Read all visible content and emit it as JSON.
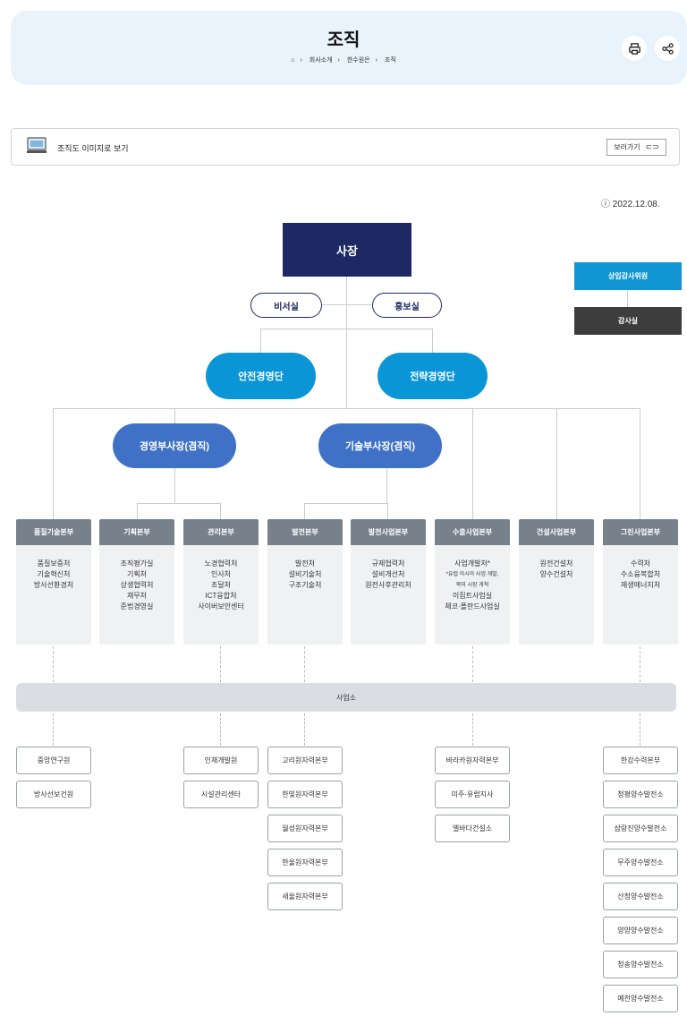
{
  "header": {
    "title": "조직",
    "breadcrumb": [
      "회사소개",
      "한수원은",
      "조직"
    ]
  },
  "icons": [
    "home-icon",
    "print-icon",
    "share-icon",
    "monitor-icon",
    "link-icon",
    "clock-icon"
  ],
  "image_view": {
    "label": "조직도 이미지로 보기",
    "button": "보러가기"
  },
  "date": "2022.12.08.",
  "org": {
    "ceo": "사장",
    "secretary": "비서실",
    "pr": "홍보실",
    "safety": "안전경영단",
    "strategy": "전략경영단",
    "vp_management": "경영부사장(겸직)",
    "vp_technology": "기술부사장(겸직)",
    "standing_auditor": "상임감사위원",
    "audit_office": "감사실"
  },
  "headquarters": [
    {
      "title": "품질기술본부",
      "items": [
        "품질보증처",
        "기술혁신처",
        "방사선환경처"
      ]
    },
    {
      "title": "기획본부",
      "items": [
        "조직평가실",
        "기획처",
        "상생협력처",
        "재무처",
        "준법경영실"
      ]
    },
    {
      "title": "관리본부",
      "items": [
        "노경협력처",
        "인사처",
        "조달처",
        "ICT융합처",
        "사이버보안센터"
      ]
    },
    {
      "title": "발전본부",
      "items": [
        "발전처",
        "설비기술처",
        "구조기술처"
      ]
    },
    {
      "title": "발전사업본부",
      "items": [
        "규제협력처",
        "설비개선처",
        "원전사후관리처"
      ]
    },
    {
      "title": "수출사업본부",
      "items": [
        "사업개발처*",
        "*유럽 아시아 사업 개발,",
        "북미 시장 개척",
        "이집트사업실",
        "체코·폴란드사업실"
      ]
    },
    {
      "title": "건설사업본부",
      "items": [
        "원전건설처",
        "양수건설처"
      ]
    },
    {
      "title": "그린사업본부",
      "items": [
        "수력처",
        "수소융복합처",
        "재생에너지처"
      ]
    }
  ],
  "business_label": "사업소",
  "branches": {
    "col1": [
      "중앙연구원",
      "방사선보건원"
    ],
    "col3": [
      "인재개발원",
      "시설관리센터"
    ],
    "col4": [
      "고리원자력본부",
      "한빛원자력본부",
      "월성원자력본부",
      "한울원자력본부",
      "새울원자력본부"
    ],
    "col6": [
      "바라카원자력본부",
      "미주·유럽지사",
      "엘바다건설소"
    ],
    "col8": [
      "한강수력본부",
      "청평양수발전소",
      "삼랑진양수발전소",
      "무주양수발전소",
      "산청양수발전소",
      "양양양수발전소",
      "청송양수발전소",
      "예천양수발전소"
    ]
  },
  "colors": {
    "ceo": "#1c2963",
    "cyan": "#0a95d6",
    "blue": "#3f72c6",
    "hq_header": "#76818b",
    "auditor": "#1196d3",
    "audit_office": "#3d3d3d"
  }
}
